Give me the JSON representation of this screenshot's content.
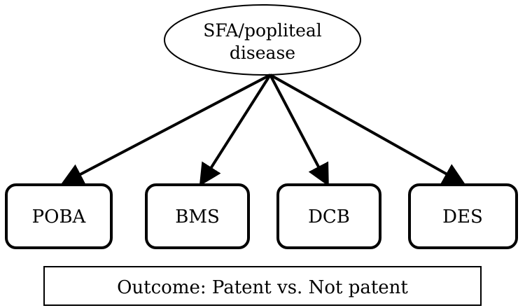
{
  "diagram": {
    "root": {
      "line1": "SFA/popliteal",
      "line2": "disease"
    },
    "treatments": [
      {
        "label": "POBA"
      },
      {
        "label": "BMS"
      },
      {
        "label": "DCB"
      },
      {
        "label": "DES"
      }
    ],
    "outcome": {
      "label": "Outcome: Patent vs. Not patent"
    },
    "colors": {
      "stroke": "#000000",
      "fill": "#ffffff",
      "text": "#000000"
    }
  }
}
